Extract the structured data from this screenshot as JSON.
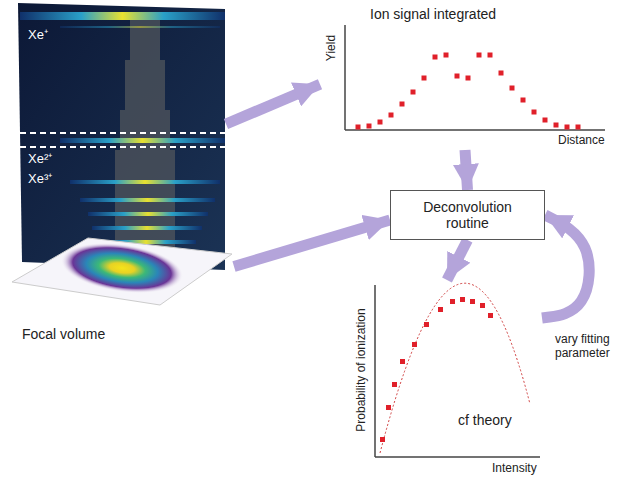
{
  "diagram": {
    "nodes": [
      {
        "text": [
          "Xe⁺",
          "Xe²⁺",
          "Xe³⁺"
        ]
      },
      {
        "text": [
          "Focal volume"
        ]
      },
      {
        "text": [
          "Ion signal integrated",
          "Yield",
          "Distance"
        ]
      },
      {
        "text": [
          "Deconvolution routine"
        ]
      },
      {
        "text": [
          "Probability of ionization",
          "Intensity",
          "cf theory"
        ]
      }
    ],
    "edges": [
      {
        "from": 0,
        "to": 2,
        "arrow": "to"
      },
      {
        "from": 2,
        "to": 3,
        "arrow": "to"
      },
      {
        "from": 1,
        "to": 3,
        "arrow": "to"
      },
      {
        "from": 3,
        "to": 4,
        "arrow": "to"
      },
      {
        "from": 4,
        "to": 3,
        "arrow": "to",
        "label": "vary fitting parameter"
      }
    ]
  }
}
